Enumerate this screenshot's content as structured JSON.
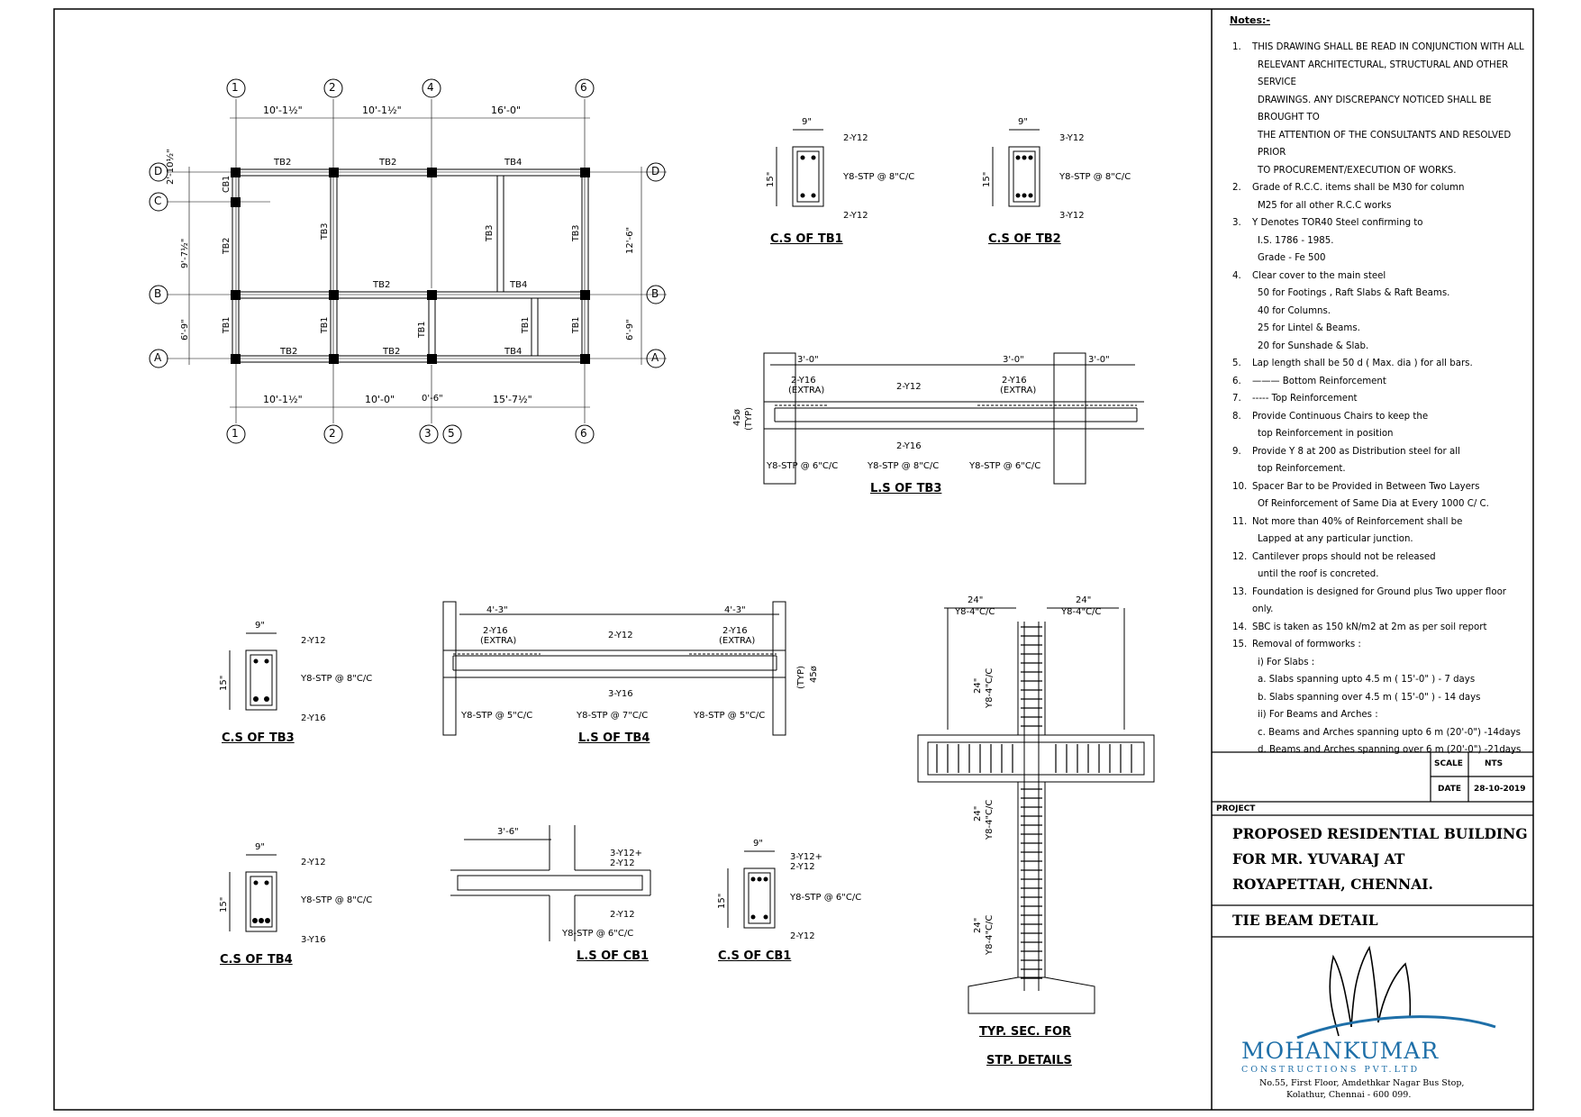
{
  "notes": {
    "heading": "Notes:-",
    "items": [
      {
        "num": "1.",
        "lines": [
          "THIS DRAWING SHALL BE READ IN CONJUNCTION WITH ALL",
          "RELEVANT ARCHITECTURAL, STRUCTURAL AND OTHER SERVICE",
          "DRAWINGS. ANY DISCREPANCY NOTICED SHALL BE BROUGHT TO",
          "THE ATTENTION OF THE CONSULTANTS AND RESOLVED PRIOR",
          "TO PROCUREMENT/EXECUTION OF WORKS."
        ]
      },
      {
        "num": "2.",
        "lines": [
          "Grade of R.C.C. items shall be M30 for column",
          "M25 for all other R.C.C works"
        ]
      },
      {
        "num": "3.",
        "lines": [
          "Y Denotes TOR40 Steel confirming to",
          "I.S. 1786 - 1985.",
          "Grade - Fe 500"
        ]
      },
      {
        "num": "4.",
        "lines": [
          "Clear cover to the main steel",
          "50   for Footings , Raft Slabs & Raft Beams.",
          "40   for Columns.",
          "25   for Lintel & Beams.",
          "20   for Sunshade & Slab."
        ]
      },
      {
        "num": "5.",
        "lines": [
          "Lap length shall be 50 d ( Max. dia ) for all bars."
        ]
      },
      {
        "num": "6.",
        "lines": [
          "——— Bottom Reinforcement"
        ]
      },
      {
        "num": "7.",
        "lines": [
          "----- Top Reinforcement"
        ]
      },
      {
        "num": "8.",
        "lines": [
          "Provide Continuous Chairs to keep the",
          "top Reinforcement in position"
        ]
      },
      {
        "num": "9.",
        "lines": [
          "Provide Y 8 at 200 as Distribution steel for all",
          "top Reinforcement."
        ]
      },
      {
        "num": "10.",
        "lines": [
          "Spacer Bar to be Provided in Between Two Layers",
          "Of Reinforcement of Same Dia at Every  1000  C/ C."
        ]
      },
      {
        "num": "11.",
        "lines": [
          "Not more than 40% of Reinforcement shall be",
          "Lapped at any particular junction."
        ]
      },
      {
        "num": "12.",
        "lines": [
          "Cantilever props should not be released",
          "until the roof is concreted."
        ]
      },
      {
        "num": "13.",
        "lines": [
          "Foundation is designed for Ground plus Two upper floor only."
        ]
      },
      {
        "num": "14.",
        "lines": [
          "SBC is taken as 150 kN/m2 at 2m as per soil report"
        ]
      },
      {
        "num": "15.",
        "lines": [
          "Removal of formworks :",
          "i)  For Slabs :",
          "a.  Slabs spanning upto 4.5 m ( 15'-0\" ) - 7 days",
          "b.  Slabs spanning over 4.5 m ( 15'-0\" ) - 14 days",
          "ii) For Beams and Arches :",
          "c. Beams and Arches spanning upto 6 m (20'-0\") -14days",
          "d. Beams and Arches spanning over 6 m (20'-0\") -21days"
        ]
      }
    ]
  },
  "title_block": {
    "scale_label": "SCALE",
    "scale_value": "NTS",
    "date_label": "DATE",
    "date_value": "28-10-2019",
    "project_label": "PROJECT",
    "project_lines": [
      "PROPOSED RESIDENTIAL BUILDING",
      "FOR MR. YUVARAJ AT",
      "ROYAPETTAH, CHENNAI."
    ],
    "drawing_title": "TIE BEAM DETAIL",
    "company_name": "MOHANKUMAR",
    "company_sub": "CONSTRUCTIONS PVT.LTD",
    "address_1": "No.55, First Floor, Amdethkar Nagar Bus Stop,",
    "address_2": "Kolathur, Chennai - 600 099.",
    "brand_color": "#1e6fa8"
  },
  "plan": {
    "grid_top": [
      "1",
      "2",
      "4",
      "6"
    ],
    "grid_bottom": [
      "1",
      "2",
      "3",
      "5",
      "6"
    ],
    "grid_left": [
      "D",
      "C",
      "B",
      "A"
    ],
    "grid_right": [
      "D",
      "B",
      "A"
    ],
    "dims_top": [
      "10'-1½\"",
      "10'-1½\"",
      "16'-0\""
    ],
    "dims_bottom": [
      "10'-1½\"",
      "10'-0\"",
      "0'-6\"",
      "15'-7½\""
    ],
    "dims_left": [
      "2'-10½\"",
      "9'-7½\"",
      "6'-9\""
    ],
    "dims_right": [
      "12'-6\"",
      "6'-9\""
    ],
    "beam_labels": {
      "tb2": "TB2",
      "tb4": "TB4",
      "tb3": "TB3",
      "tb1": "TB1",
      "cb1": "CB1"
    }
  },
  "sections": {
    "cs_tb1": {
      "title": "C.S OF TB1",
      "width": "9\"",
      "depth": "15\"",
      "top": "2-Y12",
      "stirrup": "Y8-STP @ 8\"C/C",
      "bottom": "2-Y12"
    },
    "cs_tb2": {
      "title": "C.S OF TB2",
      "width": "9\"",
      "depth": "15\"",
      "top": "3-Y12",
      "stirrup": "Y8-STP @ 8\"C/C",
      "bottom": "3-Y12"
    },
    "cs_tb3": {
      "title": "C.S OF TB3",
      "width": "9\"",
      "depth": "15\"",
      "top": "2-Y12",
      "stirrup": "Y8-STP @ 8\"C/C",
      "bottom": "2-Y16"
    },
    "cs_tb4": {
      "title": "C.S OF TB4",
      "width": "9\"",
      "depth": "15\"",
      "top": "2-Y12",
      "stirrup": "Y8-STP @ 8\"C/C",
      "bottom": "3-Y16"
    },
    "cs_cb1": {
      "title": "C.S OF CB1",
      "width": "9\"",
      "depth": "15\"",
      "top1": "3-Y12+",
      "top2": "2-Y12",
      "stirrup": "Y8-STP @ 6\"C/C",
      "bottom": "2-Y12"
    }
  },
  "long_sections": {
    "ls_tb3": {
      "title": "L.S OF TB3",
      "end_dim": "3'-0\"",
      "extra": "2-Y16",
      "extra2": "(EXTRA)",
      "top": "2-Y12",
      "bottom": "2-Y16",
      "stp_end": "Y8-STP @ 6\"C/C",
      "stp_mid": "Y8-STP @ 8\"C/C",
      "lap": "45ø",
      "typ": "(TYP)"
    },
    "ls_tb4": {
      "title": "L.S OF TB4",
      "end_dim": "4'-3\"",
      "extra": "2-Y16",
      "extra2": "(EXTRA)",
      "top": "2-Y12",
      "bottom": "3-Y16",
      "stp_end": "Y8-STP @ 5\"C/C",
      "stp_mid": "Y8-STP @ 7\"C/C",
      "lap": "45ø",
      "typ": "(TYP)"
    },
    "ls_cb1": {
      "title": "L.S OF CB1",
      "dim": "3'-6\"",
      "top1": "3-Y12+",
      "top2": "2-Y12",
      "bottom": "2-Y12",
      "stp": "Y8-STP @ 6\"C/C"
    }
  },
  "stp_detail": {
    "title_1": "TYP. SEC. FOR",
    "title_2": "STP. DETAILS",
    "dim": "24\"",
    "stp": "Y8-4\"C/C"
  }
}
